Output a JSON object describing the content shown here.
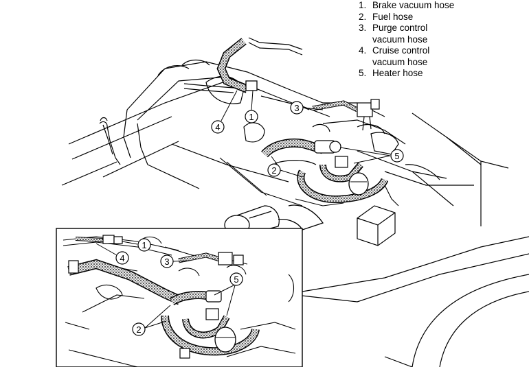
{
  "legend": [
    {
      "num": "1.",
      "lines": [
        "Brake vacuum hose"
      ]
    },
    {
      "num": "2.",
      "lines": [
        "Fuel hose"
      ]
    },
    {
      "num": "3.",
      "lines": [
        "Purge control",
        "vacuum hose"
      ]
    },
    {
      "num": "4.",
      "lines": [
        "Cruise control",
        "vacuum hose"
      ]
    },
    {
      "num": "5.",
      "lines": [
        "Heater hose"
      ]
    }
  ],
  "callouts": {
    "main": {
      "c1": "1",
      "c2": "2",
      "c3": "3",
      "c4": "4",
      "c5": "5"
    },
    "inset": {
      "c1": "1",
      "c2": "2",
      "c3": "3",
      "c4": "4",
      "c5": "5"
    }
  },
  "colors": {
    "line": "#000000",
    "background": "#ffffff",
    "hose_fill": "#d0d0d0"
  }
}
